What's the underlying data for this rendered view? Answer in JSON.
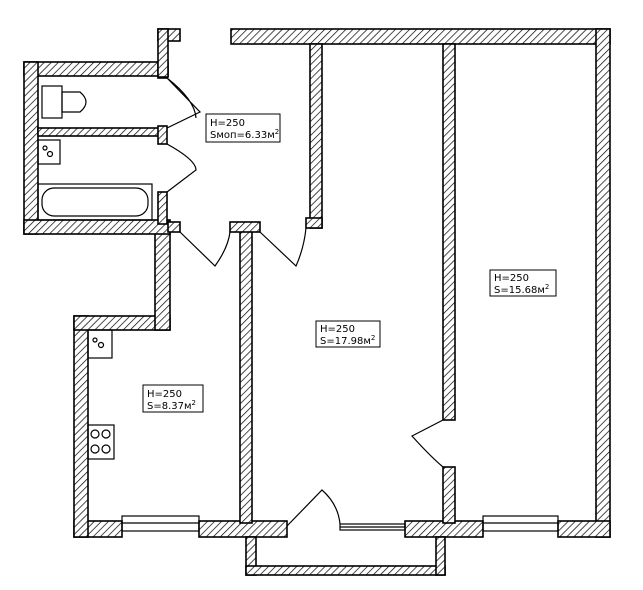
{
  "rooms": [
    {
      "id": "hall",
      "height_label": "H=250",
      "area_label": "Sмоп=6.33м",
      "sup": "2"
    },
    {
      "id": "living",
      "height_label": "H=250",
      "area_label": "S=17.98м",
      "sup": "2"
    },
    {
      "id": "bedroom",
      "height_label": "H=250",
      "area_label": "S=15.68м",
      "sup": "2"
    },
    {
      "id": "kitchen",
      "height_label": "H=250",
      "area_label": "S=8.37м",
      "sup": "2"
    }
  ]
}
